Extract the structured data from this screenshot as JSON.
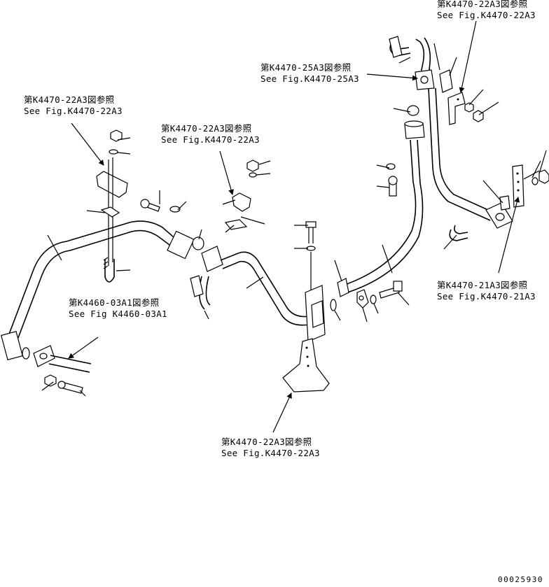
{
  "references": [
    {
      "jp": "第K4470-22A3図参照",
      "en": "See Fig.K4470-22A3"
    },
    {
      "jp": "第K4470-25A3図参照",
      "en": "See Fig.K4470-25A3"
    },
    {
      "jp": "第K4470-22A3図参照",
      "en": "See Fig.K4470-22A3"
    },
    {
      "jp": "第K4470-22A3図参照",
      "en": "See Fig.K4470-22A3"
    },
    {
      "jp": "第K4460-03A1図参照",
      "en": "See Fig K4460-03A1"
    },
    {
      "jp": "第K4470-21A3図参照",
      "en": "See Fig.K4470-21A3"
    },
    {
      "jp": "第K4470-22A3図参照",
      "en": "See Fig.K4470-22A3"
    }
  ],
  "drawing_code": "00025930"
}
